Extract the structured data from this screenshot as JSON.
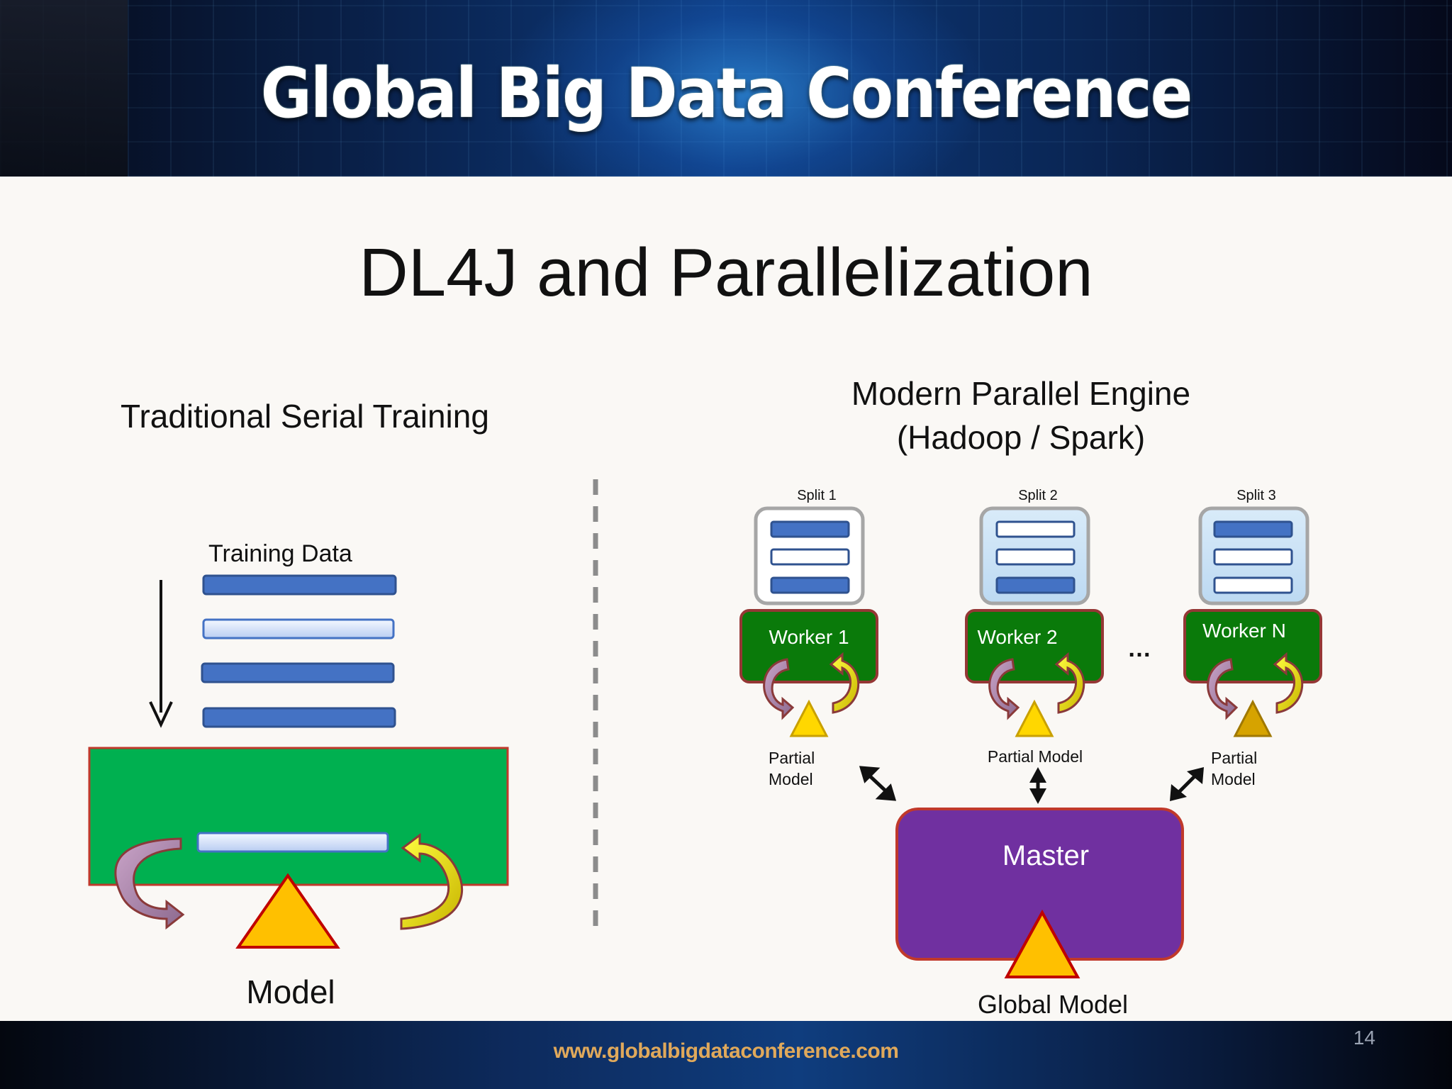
{
  "banner": {
    "title": "Global Big Data  Conference"
  },
  "slide": {
    "title": "DL4J and Parallelization",
    "page_number": "14"
  },
  "footer": {
    "url": "www.globalbigdataconference.com"
  },
  "left": {
    "heading": "Traditional Serial Training",
    "training_data_label": "Training Data",
    "model_label": "Model"
  },
  "right": {
    "heading_line1": "Modern Parallel Engine",
    "heading_line2": "(Hadoop / Spark)",
    "splits": [
      "Split 1",
      "Split 2",
      "Split 3"
    ],
    "workers": [
      "Worker 1",
      "Worker 2",
      "Worker N"
    ],
    "ellipsis": "…",
    "partial_model_left": [
      "Partial",
      "Model"
    ],
    "partial_model_center": "Partial Model",
    "partial_model_right": [
      "Partial",
      "Model"
    ],
    "master_label": "Master",
    "global_model_label": "Global Model"
  },
  "colors": {
    "green_box": "#00b050",
    "worker_green": "#0a7a0a",
    "master_purple": "#7030a0",
    "data_bar": "#4472c4",
    "border_red": "#c00000",
    "triangle": "#ffc000"
  }
}
